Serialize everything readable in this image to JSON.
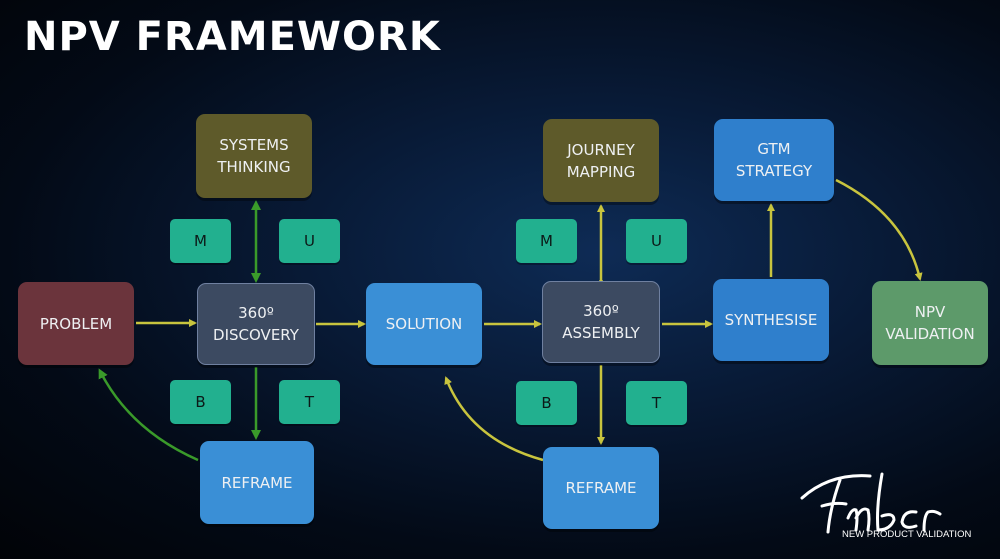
{
  "title": "NPV FRAMEWORK",
  "nodes": {
    "systems_thinking": "SYSTEMS\nTHINKING",
    "problem": "PROBLEM",
    "discovery": "360º\nDISCOVERY",
    "solution": "SOLUTION",
    "reframe1": "REFRAME",
    "journey_mapping": "JOURNEY\nMAPPING",
    "assembly": "360º\nASSEMBLY",
    "reframe2": "REFRAME",
    "gtm_strategy": "GTM\nSTRATEGY",
    "synthesise": "SYNTHESISE",
    "npv_validation": "NPV\nVALIDATION"
  },
  "tags": {
    "m1": "M",
    "u1": "U",
    "b1": "B",
    "t1": "T",
    "m2": "M",
    "u2": "U",
    "b2": "B",
    "t2": "T"
  },
  "logo": {
    "script_text": "Fenber",
    "subtitle": "NEW PRODUCT VALIDATION"
  },
  "colors": {
    "yellow_arrow": "#c8c43e",
    "green_arrow": "#3a9a2a",
    "tag": "#22b08f"
  }
}
